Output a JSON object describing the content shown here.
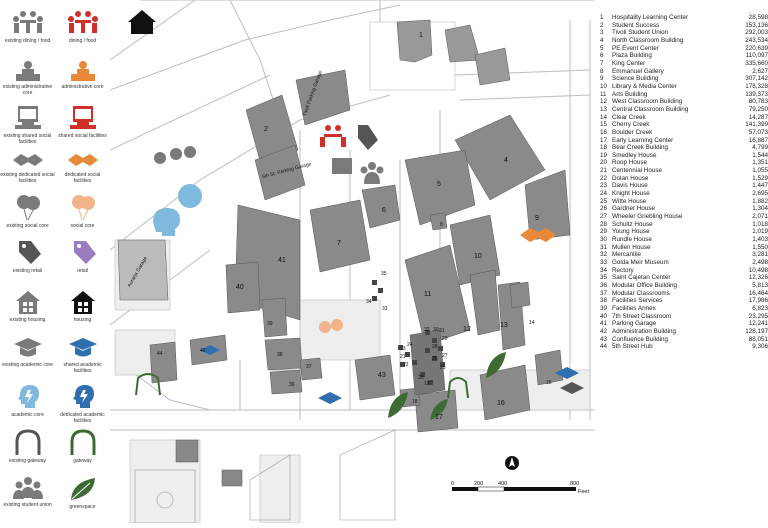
{
  "legend": {
    "items": [
      {
        "key": "existing_dining",
        "label": "existing dining / food"
      },
      {
        "key": "dining",
        "label": "dining / food"
      },
      {
        "key": "existing_admin",
        "label": "existing administrative core"
      },
      {
        "key": "admin",
        "label": "administrative core"
      },
      {
        "key": "existing_shared_social",
        "label": "existing shared social facilities"
      },
      {
        "key": "shared_social",
        "label": "shared social facilities"
      },
      {
        "key": "existing_dedicated_social",
        "label": "existing dedicated social facilities"
      },
      {
        "key": "dedicated_social",
        "label": "dedicated social facilities"
      },
      {
        "key": "existing_social_core",
        "label": "existing social core"
      },
      {
        "key": "social_core",
        "label": "social core"
      },
      {
        "key": "existing_retail",
        "label": "existing retail"
      },
      {
        "key": "retail",
        "label": "retail"
      },
      {
        "key": "existing_housing",
        "label": "existing housing"
      },
      {
        "key": "housing",
        "label": "housing"
      },
      {
        "key": "existing_academic",
        "label": "existing academic core"
      },
      {
        "key": "shared_academic",
        "label": "shared academic facilities"
      },
      {
        "key": "academic_core",
        "label": "academic core"
      },
      {
        "key": "dedicated_academic",
        "label": "dedicated academic facilities"
      },
      {
        "key": "existing_gateway",
        "label": "existing gateway"
      },
      {
        "key": "gateway",
        "label": "gateway"
      },
      {
        "key": "existing_student_union",
        "label": "existing student union"
      },
      {
        "key": "greenspace",
        "label": "greenspace"
      }
    ],
    "colors": {
      "gray": "#7a7a7a",
      "red": "#d0302a",
      "orange": "#e8893a",
      "peach": "#f2b48c",
      "purple": "#9a7cc0",
      "black": "#111111",
      "blue": "#2f6fb0",
      "lightblue": "#7fb9de",
      "green": "#3e6b35",
      "darkgray": "#555555"
    }
  },
  "map": {
    "labels": {
      "b1": "1",
      "b2": "2",
      "b4": "4",
      "b5": "5",
      "b6": "6",
      "b7": "7",
      "b8": "8",
      "b9": "9",
      "b10": "10",
      "b11": "11",
      "b12": "12",
      "b13": "13",
      "b14": "14",
      "b15": "15",
      "b16": "16",
      "b17": "17",
      "b18": "18",
      "b19": "19",
      "b20": "20",
      "b21": "21",
      "b22": "22",
      "b23": "23",
      "b24": "24",
      "b25": "25",
      "b26": "26",
      "b27": "27",
      "b28": "28",
      "b29": "29",
      "b30": "30",
      "b31": "31",
      "b32": "32",
      "b33": "33",
      "b34": "34",
      "b35": "35",
      "b36": "36",
      "b37": "37",
      "b38": "38",
      "b39": "39",
      "b40": "40",
      "b41": "41",
      "b42": "42",
      "b43": "43",
      "b44": "44",
      "tivoli_garage": "Tivoli Parking Garage",
      "fifth_garage": "5th St. Parking Garage",
      "auraria_garage": "Auraria Garage"
    },
    "scale": {
      "t0": "0",
      "t1": "200",
      "t2": "400",
      "t3": "800",
      "unit": "Feet"
    }
  },
  "index": [
    {
      "num": "1",
      "name": "Hospitality Learning Center",
      "val": "28,598"
    },
    {
      "num": "2",
      "name": "Student Success",
      "val": "153,136"
    },
    {
      "num": "3",
      "name": "Tivoli Student Union",
      "val": "292,003"
    },
    {
      "num": "4",
      "name": "North Classroom Building",
      "val": "243,534"
    },
    {
      "num": "5",
      "name": "PE Event Center",
      "val": "220,639"
    },
    {
      "num": "6",
      "name": "Plaza Building",
      "val": "110,097"
    },
    {
      "num": "7",
      "name": "King Center",
      "val": "335,660"
    },
    {
      "num": "8",
      "name": "Emmanuel Gallery",
      "val": "2,627"
    },
    {
      "num": "9",
      "name": "Science Building",
      "val": "307,142"
    },
    {
      "num": "10",
      "name": "Library & Media Center",
      "val": "178,328"
    },
    {
      "num": "11",
      "name": "Arts Building",
      "val": "139,373"
    },
    {
      "num": "12",
      "name": "West Classroom Building",
      "val": "80,783"
    },
    {
      "num": "13",
      "name": "Central Classroom Building",
      "val": "79,250"
    },
    {
      "num": "14",
      "name": "Clear Creek",
      "val": "14,287"
    },
    {
      "num": "15",
      "name": "Cherry Creek",
      "val": "141,399"
    },
    {
      "num": "16",
      "name": "Boulder Creek",
      "val": "57,073"
    },
    {
      "num": "17",
      "name": "Early Learning Center",
      "val": "16,887"
    },
    {
      "num": "18",
      "name": "Bear Creek Building",
      "val": "4,799"
    },
    {
      "num": "19",
      "name": "Smedley House",
      "val": "1,544"
    },
    {
      "num": "20",
      "name": "Roop House",
      "val": "1,351"
    },
    {
      "num": "21",
      "name": "Centennial House",
      "val": "1,055"
    },
    {
      "num": "22",
      "name": "Dolan House",
      "val": "1,529"
    },
    {
      "num": "23",
      "name": "Davis House",
      "val": "1,447"
    },
    {
      "num": "24",
      "name": "Knight House",
      "val": "2,695"
    },
    {
      "num": "25",
      "name": "Witte House",
      "val": "1,882"
    },
    {
      "num": "26",
      "name": "Gardner House",
      "val": "1,304"
    },
    {
      "num": "27",
      "name": "Wheeler Griebling House",
      "val": "2,071"
    },
    {
      "num": "28",
      "name": "Schultz House",
      "val": "1,018"
    },
    {
      "num": "29",
      "name": "Young House",
      "val": "1,019"
    },
    {
      "num": "30",
      "name": "Rundle House",
      "val": "1,403"
    },
    {
      "num": "31",
      "name": "Mullen House",
      "val": "1,550"
    },
    {
      "num": "32",
      "name": "Mercantile",
      "val": "3,281"
    },
    {
      "num": "33",
      "name": "Golda Meir Museum",
      "val": "2,498"
    },
    {
      "num": "34",
      "name": "Rectory",
      "val": "10,498"
    },
    {
      "num": "35",
      "name": "Saint Cajetan Center",
      "val": "12,326"
    },
    {
      "num": "36",
      "name": "Modular Office Building",
      "val": "5,813"
    },
    {
      "num": "37",
      "name": "Modular Classrooms",
      "val": "16,464"
    },
    {
      "num": "38",
      "name": "Facilities Services",
      "val": "17,986"
    },
    {
      "num": "39",
      "name": "Facilities Annex",
      "val": "6,823"
    },
    {
      "num": "40",
      "name": "7th Street Classroom",
      "val": "23,295"
    },
    {
      "num": "41",
      "name": "Parking Garage",
      "val": "12,241"
    },
    {
      "num": "42",
      "name": "Administration Building",
      "val": "128,197"
    },
    {
      "num": "43",
      "name": "Confluence Building",
      "val": "88,051"
    },
    {
      "num": "44",
      "name": "5th Street Hub",
      "val": "9,306"
    }
  ]
}
